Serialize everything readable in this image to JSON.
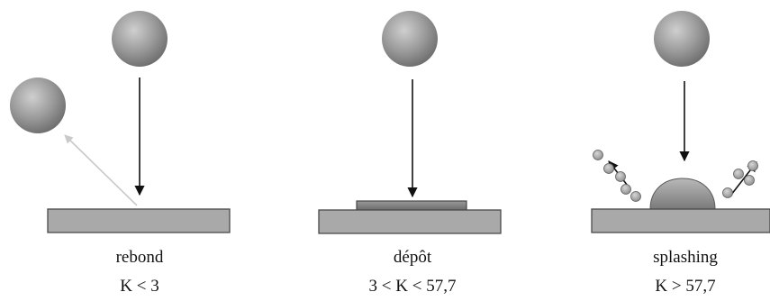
{
  "panels": [
    {
      "id": "rebond",
      "name": "rebond",
      "condition": "K < 3"
    },
    {
      "id": "depot",
      "name": "dépôt",
      "condition": "3 < K < 57,7"
    },
    {
      "id": "splashing",
      "name": "splashing",
      "condition": "K > 57,7"
    }
  ],
  "colors": {
    "substrate_fill": "#a9a9a9",
    "substrate_stroke": "#4a4a4a",
    "droplet_dark": "#6e6e6e",
    "droplet_light": "#c4c4c4",
    "arrow": "#111111",
    "rebound_arrow": "#c9c9c9",
    "splat_fill": "#8a8a8a",
    "fragment": "#9a9a9a"
  }
}
